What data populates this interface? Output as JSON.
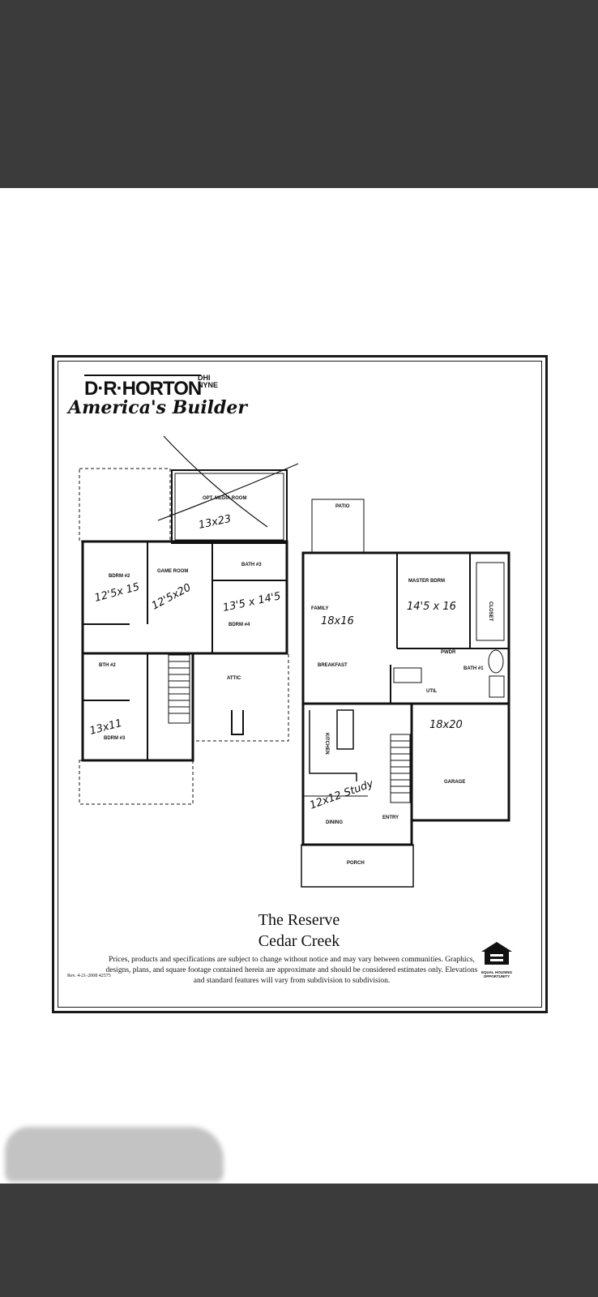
{
  "brand": {
    "name": "D·R·HORTON",
    "sub": "DHI NYNE",
    "tagline": "America's Builder"
  },
  "rooms": {
    "media": "OPT. MEDIA ROOM",
    "bath3": "BATH #3",
    "bdrm2": "BDRM #2",
    "game": "GAME ROOM",
    "bdrm4": "BDRM #4",
    "bath2": "BTH #2",
    "attic": "ATTIC",
    "bdrm3": "BDRM #3",
    "patio": "PATIO",
    "family": "FAMILY",
    "master": "MASTER BDRM",
    "closet": "CLOSET",
    "breakfast": "BREAKFAST",
    "pwdr": "PWDR",
    "bath1": "BATH #1",
    "util": "UTIL",
    "kitchen": "KITCHEN",
    "garage": "GARAGE",
    "dining": "DINING",
    "entry": "ENTRY",
    "porch": "PORCH"
  },
  "handwritten": {
    "media": "13x23",
    "bdrm2": "12'5x 15",
    "game": "12'5x20",
    "bdrm4": "13'5 x 14'5",
    "bdrm3": "13x11",
    "family": "18x16",
    "master": "14'5 x 16",
    "garage": "18x20",
    "dining": "12x12 Study"
  },
  "title": {
    "line1": "The Reserve",
    "line2": "Cedar Creek"
  },
  "disclaimer": "Prices, products and specifications are subject to change without notice and may vary between communities. Graphics, designs, plans, and square footage contained herein are approximate and should be considered estimates only. Elevations and standard features will vary from subdivision to subdivision.",
  "revision": "Rev. 4-21-2008 42575",
  "eho_label": "EQUAL HOUSING OPPORTUNITY"
}
